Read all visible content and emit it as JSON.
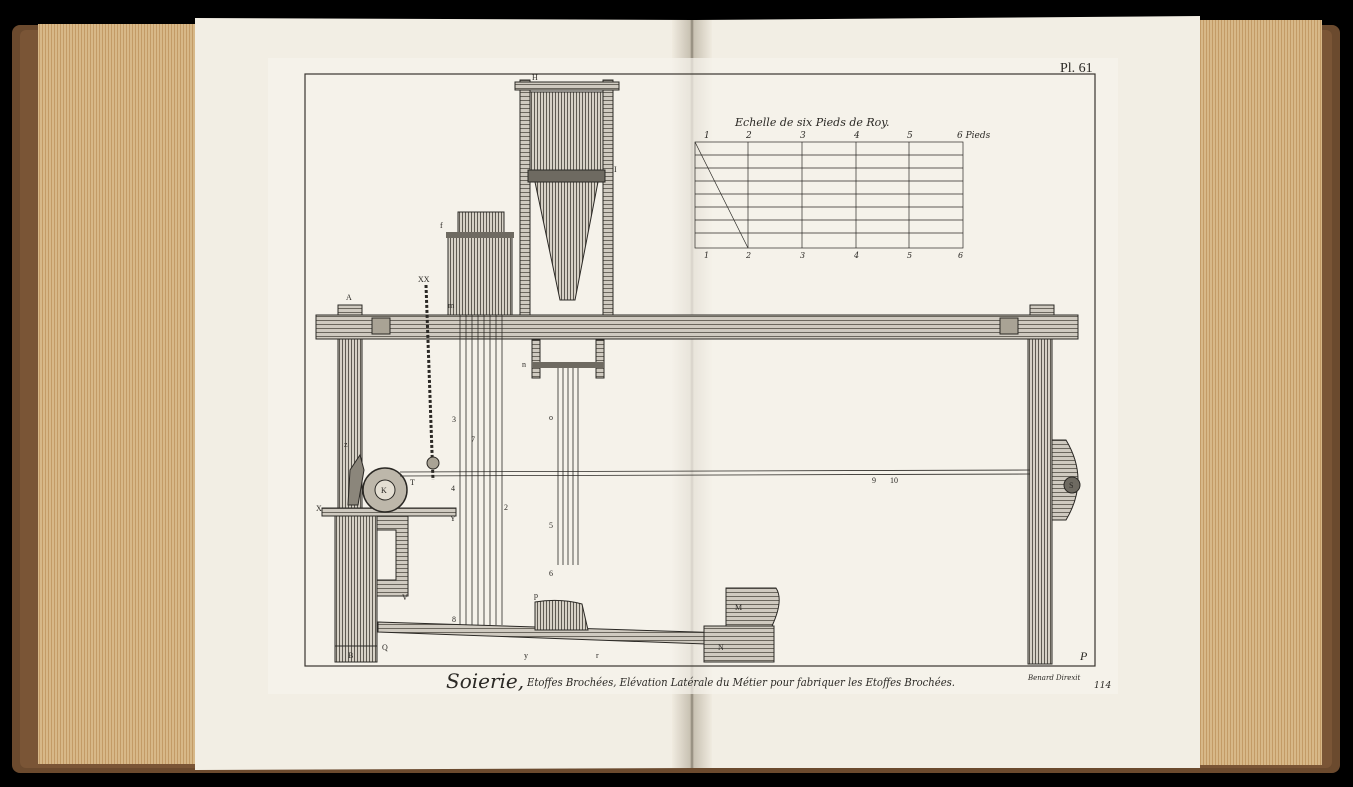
{
  "plate": {
    "number": "Pl. 61",
    "title_main": "Soierie,",
    "title_rest": "Etoffes Brochées, Elévation Latérale du Métier pour fabriquer les Etoffes Brochées.",
    "engraver": "Benard Direxit",
    "page_number": "114",
    "corner_letter": "P"
  },
  "scale": {
    "title": "Echelle de six Pieds de Roy.",
    "top_labels": [
      "1",
      "2",
      "3",
      "4",
      "5",
      "6 Pieds"
    ],
    "bottom_labels": [
      "1",
      "2",
      "3",
      "4",
      "5",
      "6"
    ]
  },
  "letters": {
    "A": "A",
    "B": "B",
    "Q": "Q",
    "X": "X",
    "Y": "Y",
    "V": "V",
    "T": "T",
    "K": "K",
    "S": "S",
    "M": "M",
    "N": "N",
    "P_lower": "P",
    "H": "H",
    "I": "I",
    "f": "f",
    "m": "m",
    "n": "n",
    "o": "o",
    "p": "p",
    "r": "r",
    "y": "y",
    "z": "z",
    "XX": "XX",
    "n3": "3",
    "n4": "4",
    "n5": "5",
    "n6": "6",
    "n7": "7",
    "n8": "8",
    "n9": "9",
    "n10": "10",
    "n2": "2"
  },
  "colors": {
    "background": "#000000",
    "page": "#f2eee4",
    "plate": "#f7f4ec",
    "leather": "#6b4a2e",
    "page_edges": "#d9b98a",
    "ink": "#2b2925"
  }
}
